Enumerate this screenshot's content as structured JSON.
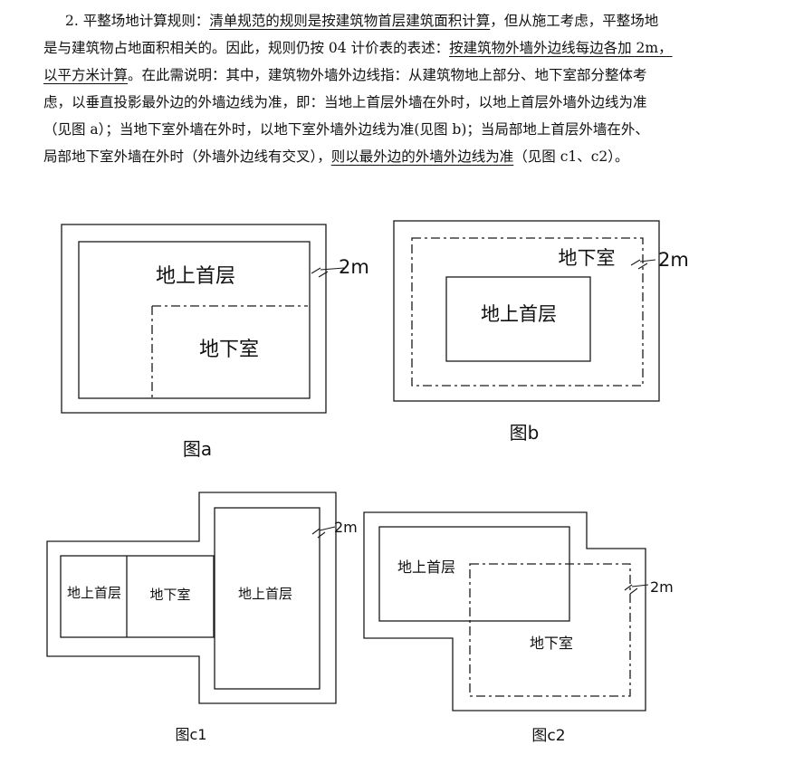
{
  "paragraph": {
    "l1a": "2. 平整场地计算规则：",
    "l1b": "清单规范的规则是按建筑物首层建筑面积计算",
    "l1c": "，但从施工考虑，平整场地",
    "l2a": "是与建筑物占地面积相关的。因此，规则仍按 04 计价表的表述：",
    "l2b": "按建筑物外墙外边线每边各加 2m，",
    "l3a": "以平方米计算",
    "l3b": "。在此需说明：其中，建筑物外墙外边线指：从建筑物地上部分、地下室部分整体考",
    "l4": "虑，以垂直投影最外边的外墙边线为准，即：当地上首层外墙在外时，以地上首层外墙外边线为准",
    "l5": "（见图 a）；当地下室外墙在外时，以地下室外墙外边线为准(见图 b)；当局部地上首层外墙在外、",
    "l6a": "局部地下室外墙在外时（外墙外边线有交叉），",
    "l6b": "则以最外边的外墙外边线为准",
    "l6c": "（见图 c1、c2）。"
  },
  "figures": {
    "a": {
      "caption": "图a",
      "ground": "地上首层",
      "basement": "地下室",
      "dim": "2m"
    },
    "b": {
      "caption": "图b",
      "ground": "地上首层",
      "basement": "地下室",
      "dim": "2m"
    },
    "c1": {
      "caption": "图c1",
      "ground_left": "地上首层",
      "basement": "地下室",
      "ground_right": "地上首层",
      "dim": "2m"
    },
    "c2": {
      "caption": "图c2",
      "ground": "地上首层",
      "basement": "地下室",
      "dim": "2m"
    }
  }
}
